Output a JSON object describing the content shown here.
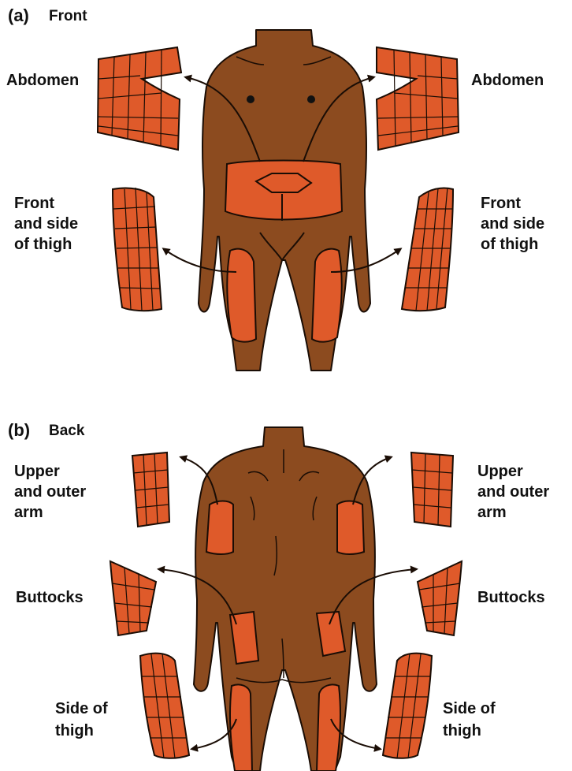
{
  "colors": {
    "skin": "#8c4b1f",
    "site": "#df5a2a",
    "outline": "#1a0d05",
    "background": "#ffffff"
  },
  "front": {
    "panel_letter": "(a)",
    "title": "Front",
    "abdomen_left": "Abdomen",
    "abdomen_right": "Abdomen",
    "thigh_left": [
      "Front",
      "and side",
      "of thigh"
    ],
    "thigh_right": [
      "Front",
      "and side",
      "of thigh"
    ]
  },
  "back": {
    "panel_letter": "(b)",
    "title": "Back",
    "arm_left": [
      "Upper",
      "and outer",
      "arm"
    ],
    "arm_right": [
      "Upper",
      "and outer",
      "arm"
    ],
    "buttocks_left": "Buttocks",
    "buttocks_right": "Buttocks",
    "thigh_left": [
      "Side of",
      "thigh"
    ],
    "thigh_right": [
      "Side of",
      "thigh"
    ]
  }
}
